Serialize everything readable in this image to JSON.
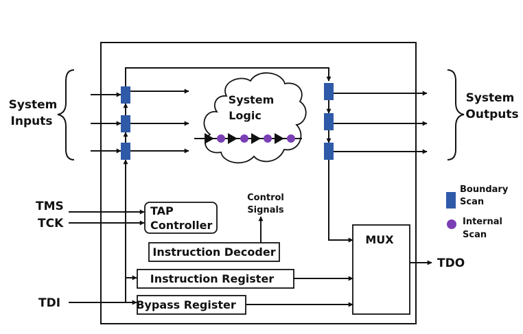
{
  "inputs_label": [
    "System",
    "Inputs"
  ],
  "outputs_label": [
    "System",
    "Outputs"
  ],
  "logic_label": [
    "System",
    "Logic"
  ],
  "tms": "TMS",
  "tck": "TCK",
  "tdi": "TDI",
  "tdo": "TDO",
  "tap_label": [
    "TAP",
    "Controller"
  ],
  "control_label": [
    "Control",
    "Signals"
  ],
  "instruction_decoder": "Instruction Decoder",
  "instruction_register": "Instruction Register",
  "bypass_register": "Bypass Register",
  "mux": "MUX",
  "legend": {
    "boundary": [
      "Boundary",
      "Scan"
    ],
    "internal": [
      "Internal",
      "Scan"
    ]
  },
  "colors": {
    "boundary": "#2f5aa8",
    "internal": "#7b3fb5",
    "line": "#111111"
  }
}
